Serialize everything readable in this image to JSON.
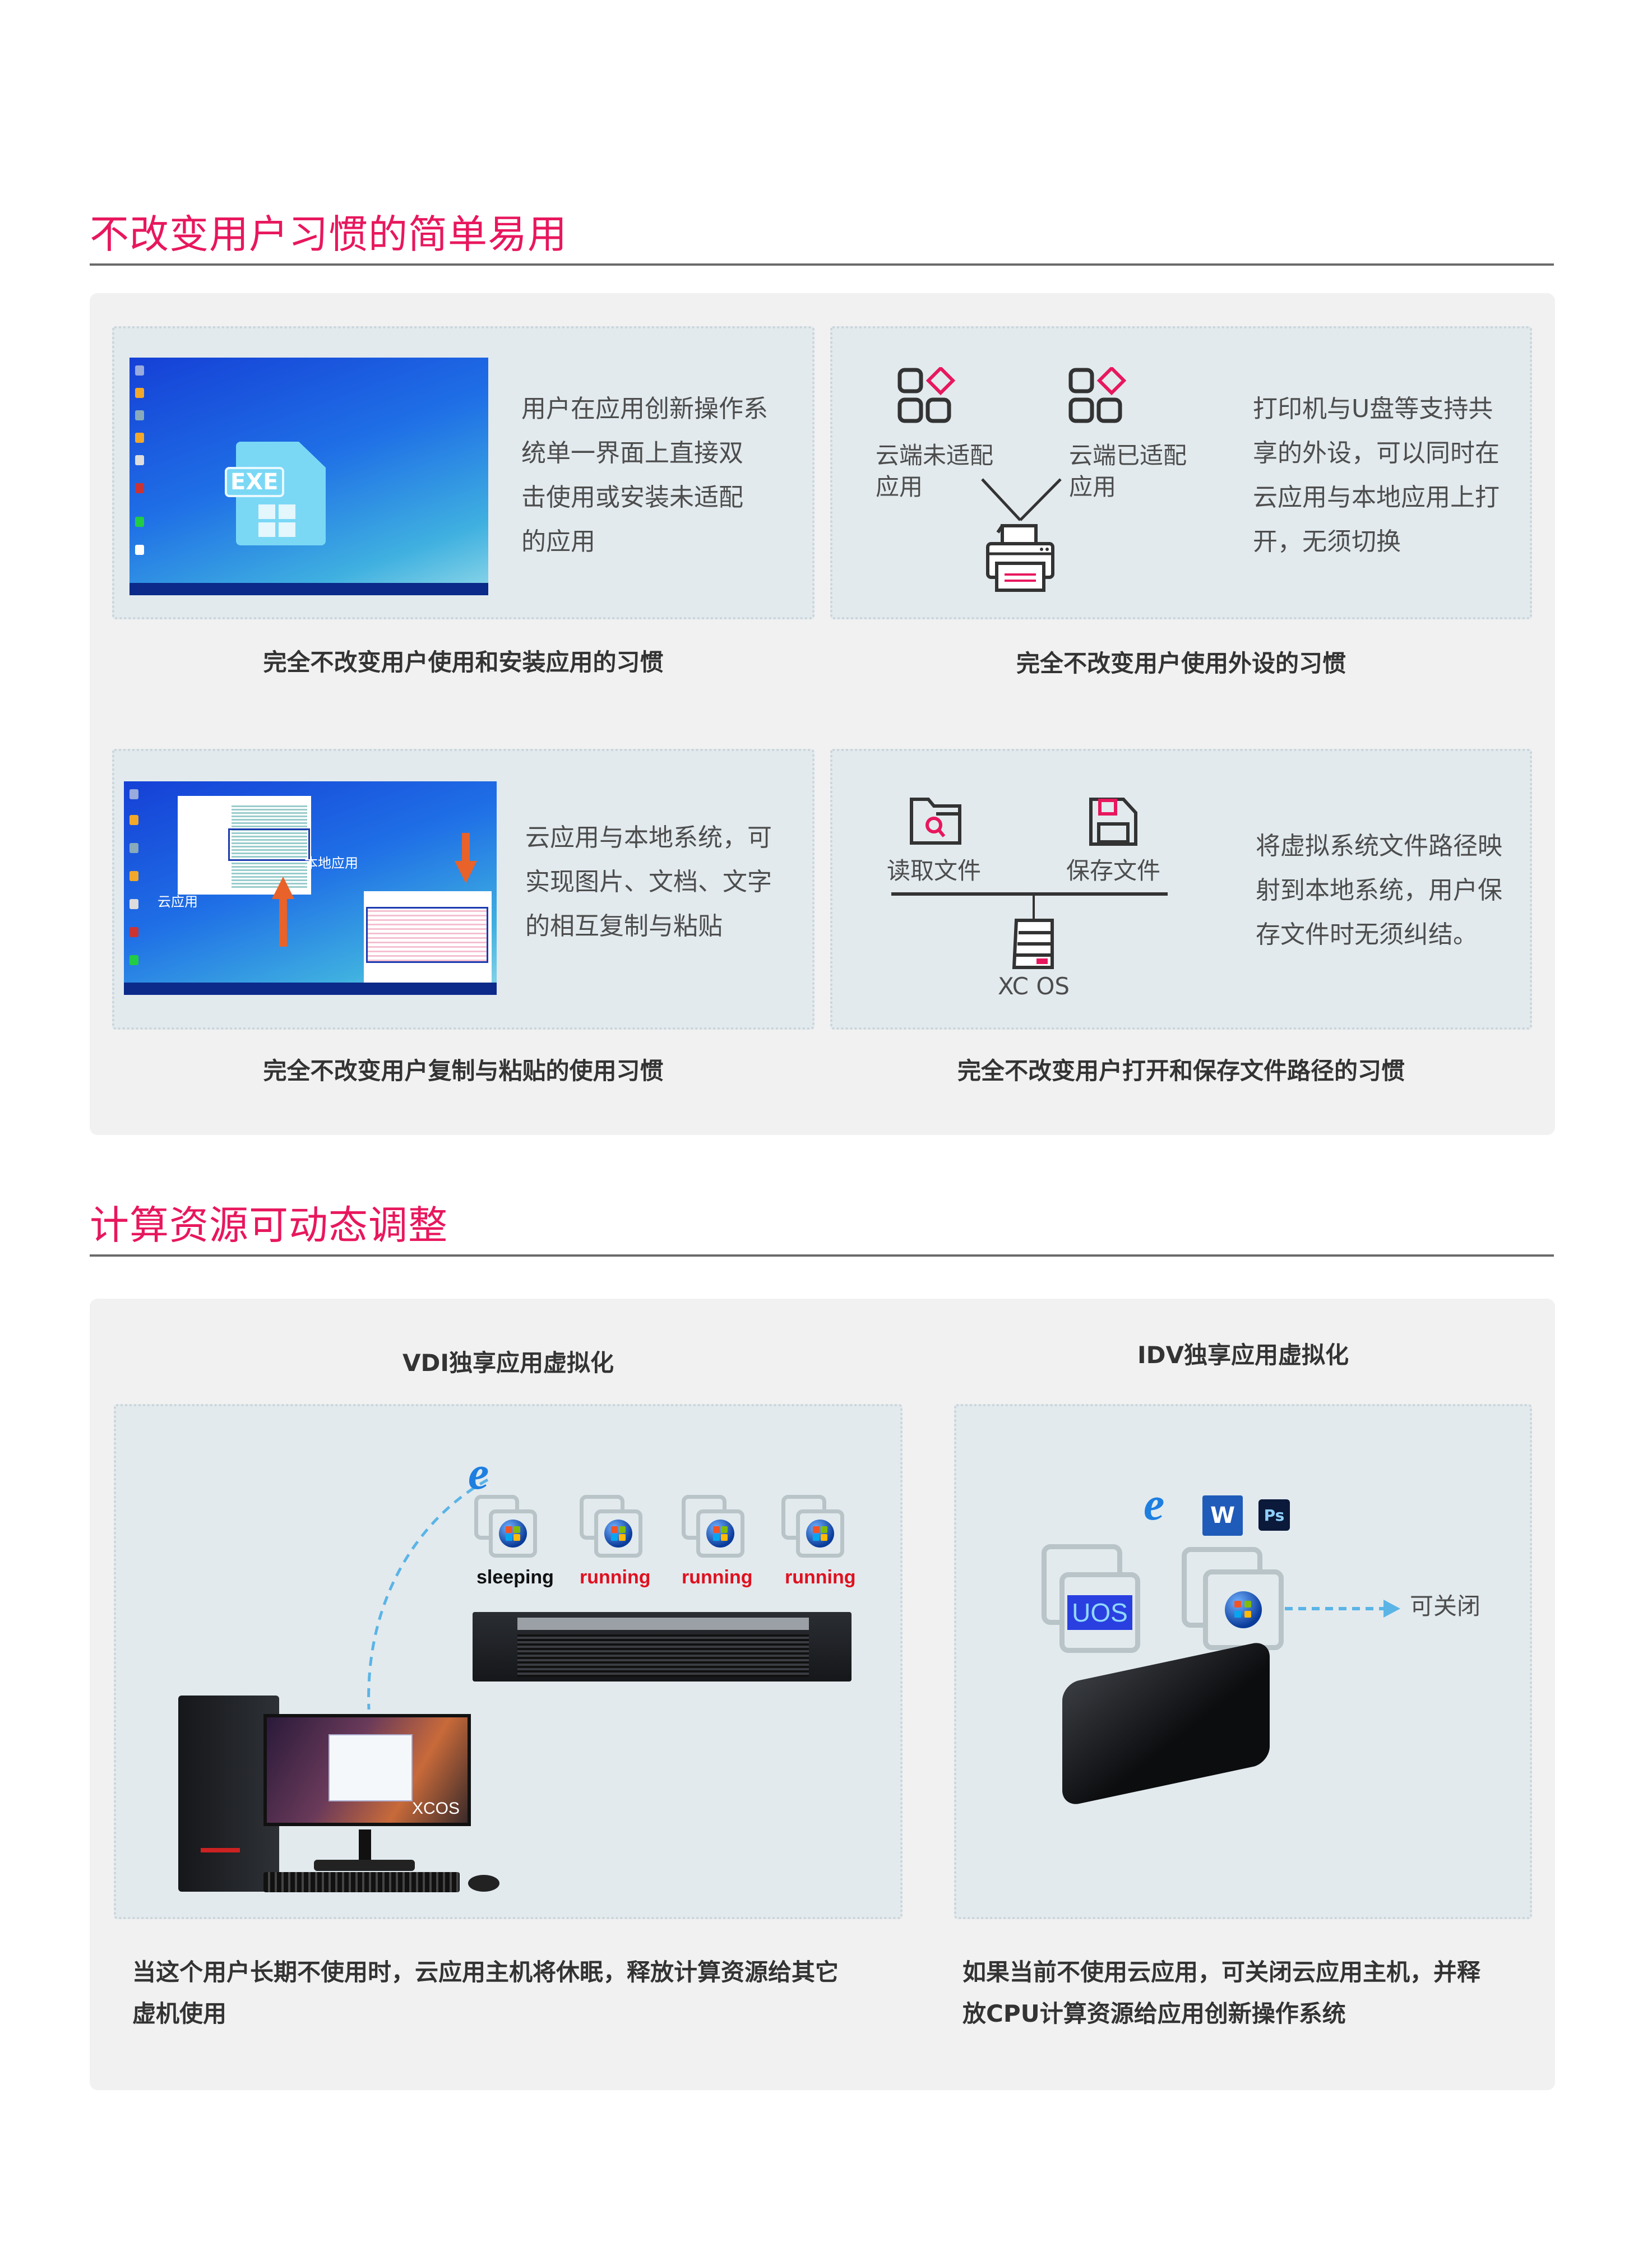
{
  "section1": {
    "title": "不改变用户习惯的简单易用",
    "cards": [
      {
        "desc": [
          "用户在应用创新操作系",
          "统单一界面上直接双",
          "击使用或安装未适配",
          "的应用"
        ],
        "caption": "完全不改变用户使用和安装应用的习惯",
        "exe_label": "EXE"
      },
      {
        "labels": {
          "not_adapted": [
            "云端未适配",
            "应用"
          ],
          "adapted": [
            "云端已适配",
            "应用"
          ]
        },
        "desc": [
          "打印机与U盘等支持共",
          "享的外设，可以同时在",
          "云应用与本地应用上打",
          "开，无须切换"
        ],
        "caption": "完全不改变用户使用外设的习惯"
      },
      {
        "labels": {
          "cloud_app": "云应用",
          "local_app": "本地应用"
        },
        "desc": [
          "云应用与本地系统，可",
          "实现图片、文档、文字",
          "的相互复制与粘贴"
        ],
        "caption": "完全不改变用户复制与粘贴的使用习惯"
      },
      {
        "labels": {
          "read": "读取文件",
          "save": "保存文件",
          "os": "XC OS"
        },
        "desc": [
          "将虚拟系统文件路径映",
          "射到本地系统，用户保",
          "存文件时无须纠结。"
        ],
        "caption": "完全不改变用户打开和保存文件路径的习惯"
      }
    ]
  },
  "section2": {
    "title": "计算资源可动态调整",
    "vdi": {
      "title": "VDI独享应用虚拟化",
      "vm_states": [
        "sleeping",
        "running",
        "running",
        "running"
      ],
      "monitor_label": "XCOS",
      "desc": [
        "当这个用户长期不使用时，云应用主机将休眠，释放计算资源给其它",
        "虚机使用"
      ]
    },
    "idv": {
      "title": "IDV独享应用虚拟化",
      "uos_label": "UOS",
      "closable_label": "可关闭",
      "app_icons": [
        "ie-icon",
        "word-icon",
        "photoshop-icon"
      ],
      "word_letter": "W",
      "ps_letter": "Ps",
      "desc": [
        "如果当前不使用云应用，可关闭云应用主机，并释",
        "放CPU计算资源给应用创新操作系统"
      ]
    }
  },
  "colors": {
    "accent": "#e8175d",
    "panel": "#f1f1f1",
    "card": "#e2eaee",
    "running": "#e0101f",
    "arrow": "#e8622a",
    "dash": "#5bb4e6"
  }
}
